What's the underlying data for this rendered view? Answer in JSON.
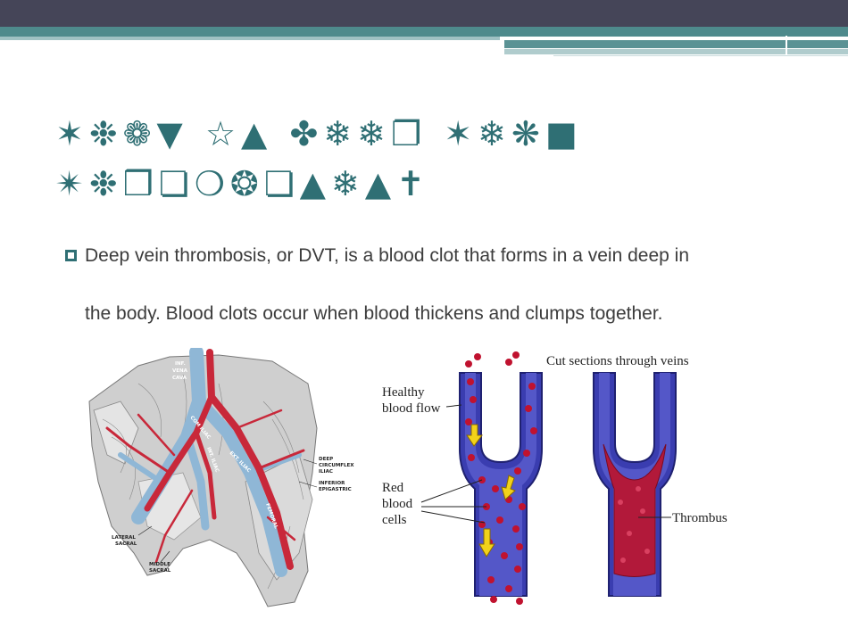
{
  "slide": {
    "title_line1": "✶❉❁▼ ☆▲ ✤❄❄❐ ✶❄❋■",
    "title_line2": "✴❉❒❏❍❂❏▲❄▲✝",
    "body_line1": "Deep vein thrombosis, or DVT, is a blood clot that forms in a vein deep in",
    "body_line2": "the body. Blood clots occur when blood thickens and clumps together."
  },
  "anatomy_figure": {
    "labels": {
      "inf": "INF.",
      "vena": "VENA",
      "cava": "CAVA",
      "com_iliac": "COM ILIAC",
      "int_iliac": "INT. ILIAC",
      "ext_iliac": "EXT. ILIAC",
      "femoral": "FEMORAL",
      "deep": "DEEP",
      "circumflex": "CIRCUMFLEX",
      "iliac": "ILIAC",
      "inferior": "INFERIOR",
      "epigastric": "EPIGASTRIC",
      "lateral": "LATERAL",
      "sacral1": "SACRAL",
      "middle": "MIDDLE",
      "sacral2": "SACRAL"
    }
  },
  "vein_figure": {
    "caption": "Cut sections through veins",
    "healthy1": "Healthy",
    "healthy2": "blood flow",
    "red1": "Red",
    "red2": "blood",
    "red3": "cells",
    "thrombus": "Thrombus"
  },
  "colors": {
    "accent": "#2f6f74",
    "vein_blue": "#3a3db0",
    "blood_red": "#c0122f",
    "arrow_yellow": "#f2d21a"
  }
}
